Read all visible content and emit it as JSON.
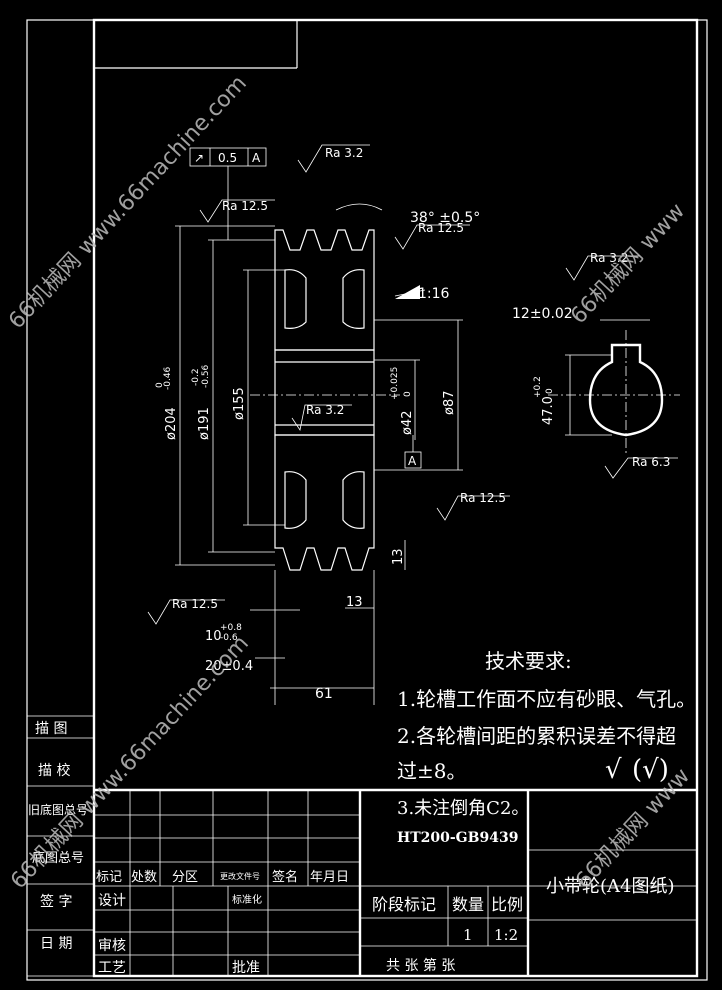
{
  "drawing": {
    "dimensions": {
      "d204": "ø204",
      "d204_tol": "0",
      "d204_tol2": "-0.46",
      "d191": "ø191",
      "d191_tol": "-0.2",
      "d191_tol2": "-0.56",
      "d155": "ø155",
      "d42": "ø42",
      "d42_tol": "+0.025",
      "d42_tol2": "0",
      "d87": "ø87",
      "angle": "38° ±0.5°",
      "taper": "1:16",
      "w13a": "13",
      "w13b": "13",
      "w10": "10",
      "w10_tol": "+0.8",
      "w10_tol2": "-0.6",
      "w20": "20±0.4",
      "w61": "61",
      "key12": "12±0.02",
      "key47": "47.0",
      "key47_tol": "+0.2",
      "key47_tol2": "0"
    },
    "roughness": {
      "r1": "Ra 3.2",
      "r2": "Ra 12.5",
      "r3": "Ra 12.5",
      "r4": "Ra 3.2",
      "r5": "Ra 12.5",
      "r6": "Ra 12.5",
      "r7": "Ra 3.2",
      "r8": "Ra 6.3"
    },
    "tolerance_frame": {
      "symbol": "↗",
      "value": "0.5",
      "datum": "A"
    },
    "datum_label": "A"
  },
  "notes": {
    "heading": "技术要求:",
    "line1": "1.轮槽工作面不应有砂眼、气孔。",
    "line2": "2.各轮槽间距的累积误差不得超",
    "line3": "过±8。",
    "line4": "3.未注倒角C2。",
    "material": "HT200-GB9439"
  },
  "title_block": {
    "part_name": "小带轮(A4图纸)",
    "h_mark": "标记",
    "h_count": "处数",
    "h_zone": "分区",
    "h_doc": "更改文件号",
    "h_sign": "签名",
    "h_date": "年月日",
    "design": "设计",
    "standard": "标准化",
    "review": "审核",
    "craft": "工艺",
    "approve": "批准",
    "stage": "阶段标记",
    "qty": "数量",
    "ratio": "比例",
    "qty_val": "1",
    "ratio_val": "1:2",
    "sheets": "共  张  第  张"
  },
  "side_block": {
    "l1": "描  图",
    "l2": "描  校",
    "l3": "旧底图总号",
    "l4": "底图总号",
    "l5": "签  字",
    "l6": "日  期"
  },
  "watermark": {
    "w1": "66机械网 www.66machine.com",
    "w2": "66机械网 www.66machine.com",
    "w3": "66机械网 www",
    "w4": "66机械网 www"
  },
  "general_roughness": {
    "symbol": "√",
    "paren": "(√)"
  }
}
